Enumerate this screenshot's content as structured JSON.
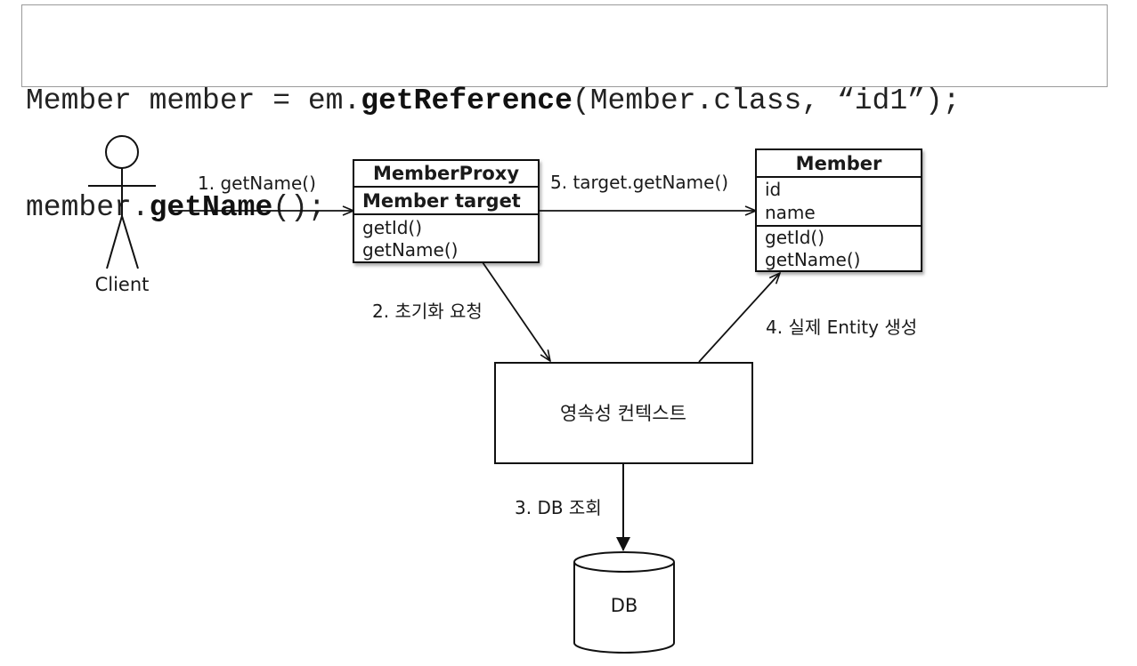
{
  "code": {
    "line1": {
      "part1": "Member member = em.",
      "method": "getReference",
      "part2": "(Member.class, “id1”);"
    },
    "line2": {
      "part1": "member.",
      "method": "getName",
      "part2": "();"
    }
  },
  "diagram": {
    "client_label": "Client",
    "proxy": {
      "title": "MemberProxy",
      "field": "Member target",
      "methods": [
        "getId()",
        "getName()"
      ]
    },
    "member": {
      "title": "Member",
      "fields": [
        "id",
        "name"
      ],
      "methods": [
        "getId()",
        "getName()"
      ]
    },
    "context_label": "영속성 컨텍스트",
    "db_label": "DB",
    "steps": {
      "step1": "1. getName()",
      "step2": "2. 초기화 요청",
      "step3": "3. DB 조회",
      "step4": "4. 실제 Entity 생성",
      "step5": "5. target.getName()"
    }
  }
}
